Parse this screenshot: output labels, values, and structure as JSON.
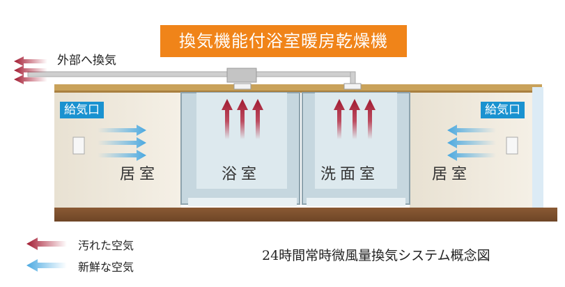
{
  "title": "換気機能付浴室暖房乾燥機",
  "exhaust_label": "外部へ換気",
  "supply_vent_label": "給気口",
  "rooms": {
    "living_left": "居室",
    "bathroom": "浴室",
    "washroom": "洗面室",
    "living_right": "居室"
  },
  "legend": {
    "dirty_air": "汚れた空気",
    "fresh_air": "新鮮な空気"
  },
  "caption": "24時間常時微風量換気システム概念図",
  "colors": {
    "banner": "#f08419",
    "supply_tag": "#1a92d0",
    "dirty_arrow": "#b4243c",
    "fresh_arrow": "#5bb4e8"
  }
}
